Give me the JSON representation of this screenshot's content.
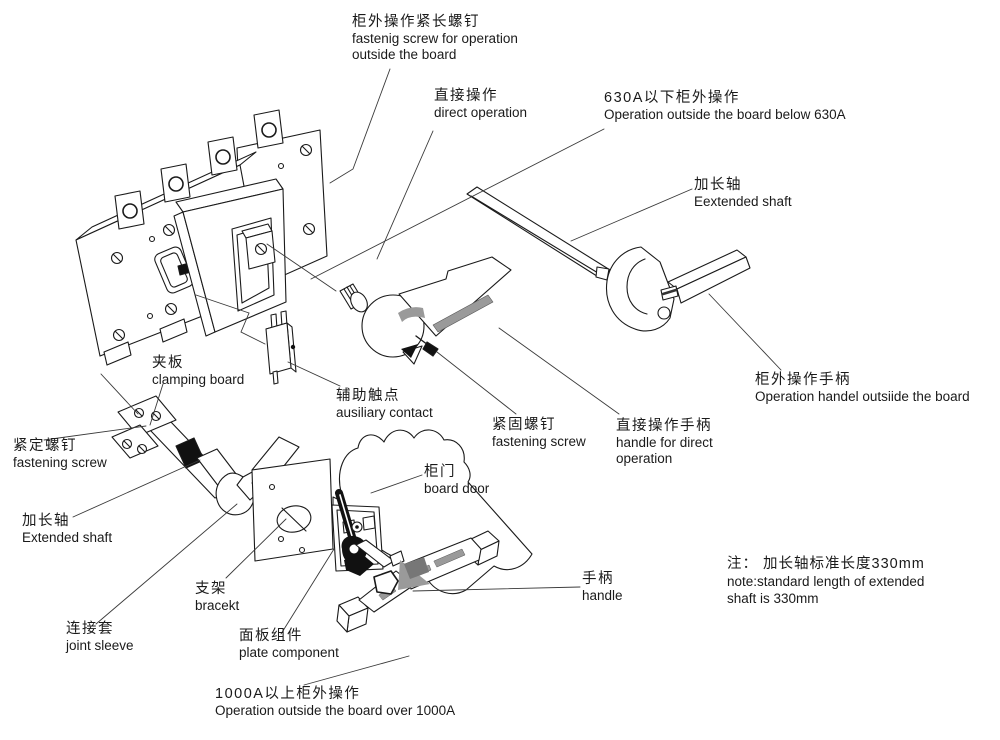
{
  "figure": {
    "background": "#ffffff",
    "line_color": "#1a1a1a",
    "accent_gray": "#9a9a9a"
  },
  "labels": {
    "fastening_screw_outside": {
      "zh": "柜外操作紧长螺钉",
      "en": "fastenig screw for operation",
      "en2": "outside the board"
    },
    "direct_operation": {
      "zh": "直接操作",
      "en": "direct operation"
    },
    "below_630a": {
      "zh": "630A以下柜外操作",
      "en": "Operation outside the board below 630A"
    },
    "extended_shaft_right": {
      "zh": "加长轴",
      "en": "Eextended shaft"
    },
    "operation_handle_outside": {
      "zh": "柜外操作手柄",
      "en": "Operation handel outsiide the board"
    },
    "clamping_board": {
      "zh": "夹板",
      "en": "clamping board"
    },
    "auxiliary_contact": {
      "zh": "辅助触点",
      "en": "ausiliary contact"
    },
    "fastening_screw_mid": {
      "zh": "紧固螺钉",
      "en": "fastening screw"
    },
    "handle_direct_operation": {
      "zh": "直接操作手柄",
      "en": "handle for direct",
      "en2": "operation"
    },
    "board_door": {
      "zh": "柜门",
      "en": "board door"
    },
    "fastening_screw_left": {
      "zh": "紧定螺钉",
      "en": "fastening screw"
    },
    "extended_shaft_left": {
      "zh": "加长轴",
      "en": "Extended shaft"
    },
    "bracket": {
      "zh": "支架",
      "en": "bracekt"
    },
    "joint_sleeve": {
      "zh": "连接套",
      "en": "joint sleeve"
    },
    "plate_component": {
      "zh": "面板组件",
      "en": "plate component"
    },
    "handle": {
      "zh": "手柄",
      "en": "handle"
    },
    "over_1000a": {
      "zh": "1000A以上柜外操作",
      "en": "Operation outside the board over 1000A"
    },
    "note": {
      "zh": "注： 加长轴标准长度330mm",
      "en": "note:standard length of extended",
      "en2": "shaft is 330mm"
    }
  }
}
